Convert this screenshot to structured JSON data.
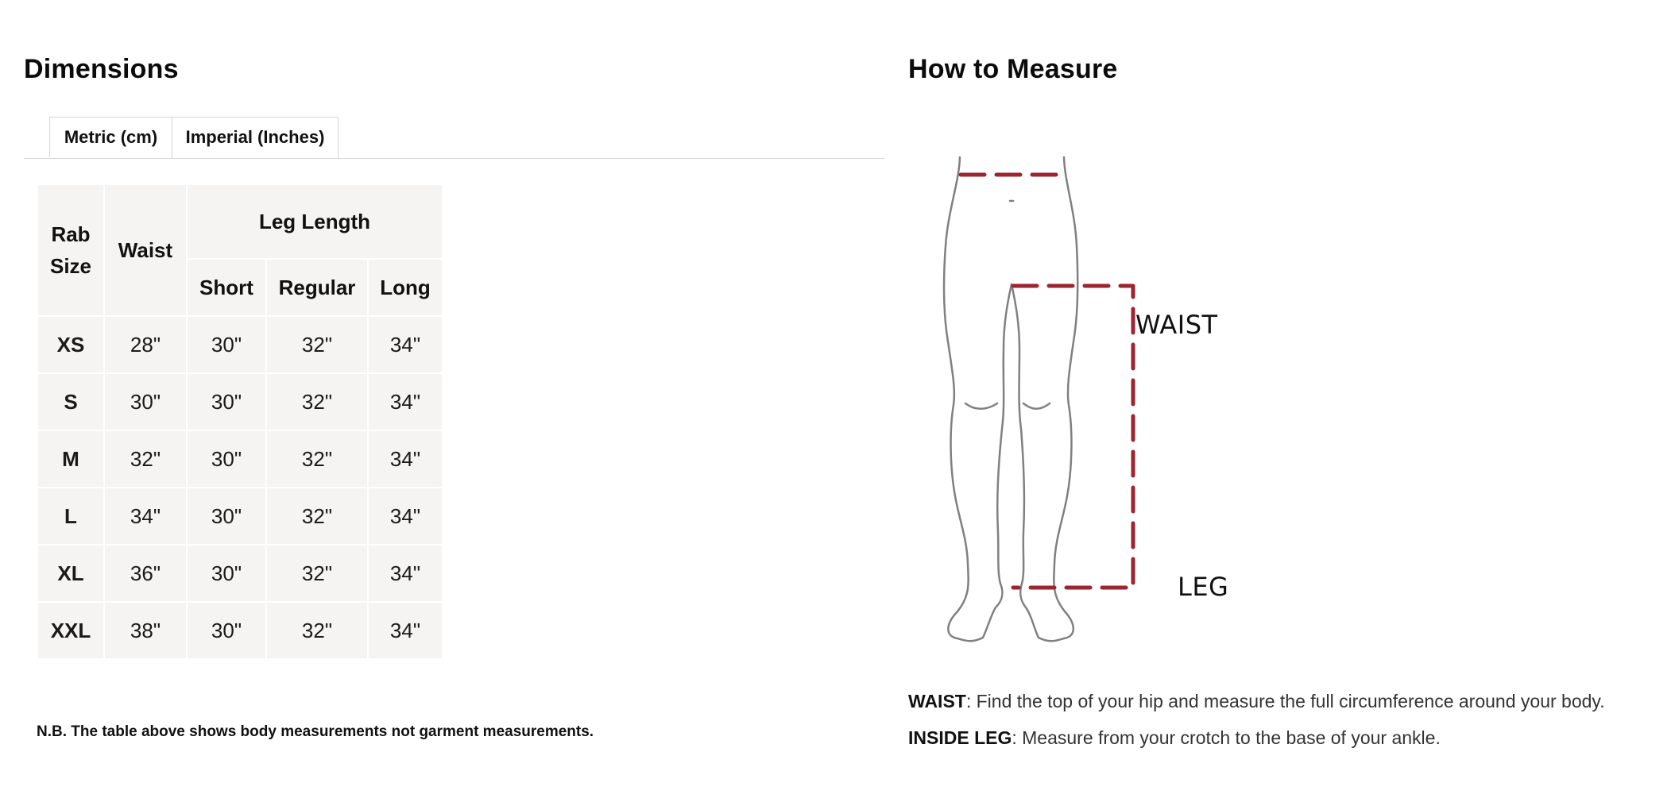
{
  "dimensions": {
    "title": "Dimensions",
    "tabs": [
      {
        "label": "Metric (cm)",
        "active": false
      },
      {
        "label": "Imperial (Inches)",
        "active": true
      }
    ],
    "table": {
      "header_size": "Rab Size",
      "header_waist": "Waist",
      "header_leg": "Leg Length",
      "sub_headers": [
        "Short",
        "Regular",
        "Long"
      ],
      "rows": [
        {
          "size": "XS",
          "waist": "28\"",
          "short": "30\"",
          "regular": "32\"",
          "long": "34\""
        },
        {
          "size": "S",
          "waist": "30\"",
          "short": "30\"",
          "regular": "32\"",
          "long": "34\""
        },
        {
          "size": "M",
          "waist": "32\"",
          "short": "30\"",
          "regular": "32\"",
          "long": "34\""
        },
        {
          "size": "L",
          "waist": "34\"",
          "short": "30\"",
          "regular": "32\"",
          "long": "34\""
        },
        {
          "size": "XL",
          "waist": "36\"",
          "short": "30\"",
          "regular": "32\"",
          "long": "34\""
        },
        {
          "size": "XXL",
          "waist": "38\"",
          "short": "30\"",
          "regular": "32\"",
          "long": "34\""
        }
      ]
    },
    "note": "N.B. The table above shows body measurements not garment measurements."
  },
  "measure": {
    "title": "How to Measure",
    "diagram": {
      "waist_label": "WAIST",
      "leg_label": "LEG",
      "line_color": "#9b2530",
      "outline_color": "#808080"
    },
    "instructions": [
      {
        "term": "WAIST",
        "text": ": Find the top of your hip and measure the full circumference around your body."
      },
      {
        "term": "INSIDE LEG",
        "text": ": Measure from your crotch to the base of your ankle."
      }
    ]
  }
}
